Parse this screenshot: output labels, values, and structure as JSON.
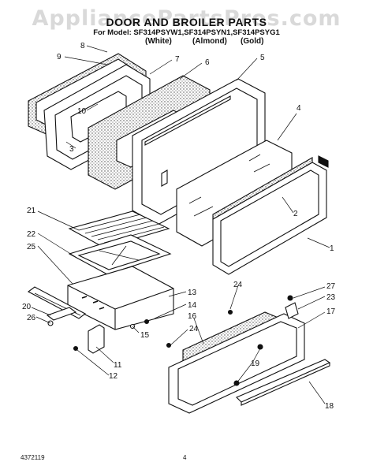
{
  "header": {
    "watermark": "AppliancePartsPros.com",
    "title": "DOOR AND BROILER PARTS",
    "model_line": "For Model: SF314PSYW1,SF314PSYN1,SF314PSYG1",
    "finishes": [
      "(White)",
      "(Almond)",
      "(Gold)"
    ]
  },
  "callouts": [
    "8",
    "9",
    "7",
    "6",
    "5",
    "10",
    "3",
    "4",
    "2",
    "1",
    "21",
    "22",
    "25",
    "13",
    "14",
    "15",
    "24",
    "27",
    "23",
    "20",
    "26",
    "16",
    "17",
    "24",
    "19",
    "11",
    "12",
    "18"
  ],
  "footer": {
    "doc_number": "4372119",
    "page_number": "4"
  }
}
